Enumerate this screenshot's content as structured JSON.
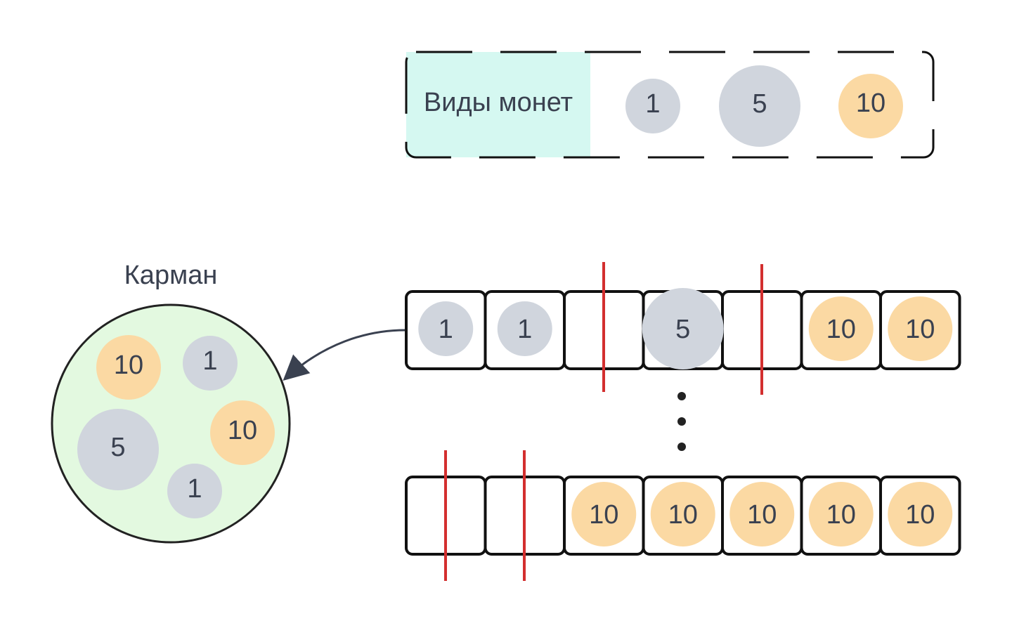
{
  "colors": {
    "coin_small": "#d0d5dd",
    "coin_big": "#fbd9a3",
    "legend_fill": "#d5f8f1",
    "pocket_fill": "#e3f9e0",
    "stroke": "#111111",
    "divider": "#d32f2f",
    "text": "#3a4150"
  },
  "legend": {
    "label": "Виды монет",
    "coins": [
      {
        "value": "1",
        "kind": "small"
      },
      {
        "value": "5",
        "kind": "medium"
      },
      {
        "value": "10",
        "kind": "big"
      }
    ]
  },
  "pocket": {
    "label": "Карман",
    "coins": [
      {
        "value": "10",
        "kind": "big"
      },
      {
        "value": "1",
        "kind": "small"
      },
      {
        "value": "5",
        "kind": "medium"
      },
      {
        "value": "10",
        "kind": "big"
      },
      {
        "value": "1",
        "kind": "small"
      }
    ]
  },
  "rows": [
    {
      "cells": [
        "1",
        "1",
        "",
        "5",
        "",
        "10",
        "10"
      ]
    },
    {
      "cells": [
        "",
        "",
        "10",
        "10",
        "10",
        "10",
        "10"
      ]
    }
  ],
  "ellipsis": "⋮"
}
